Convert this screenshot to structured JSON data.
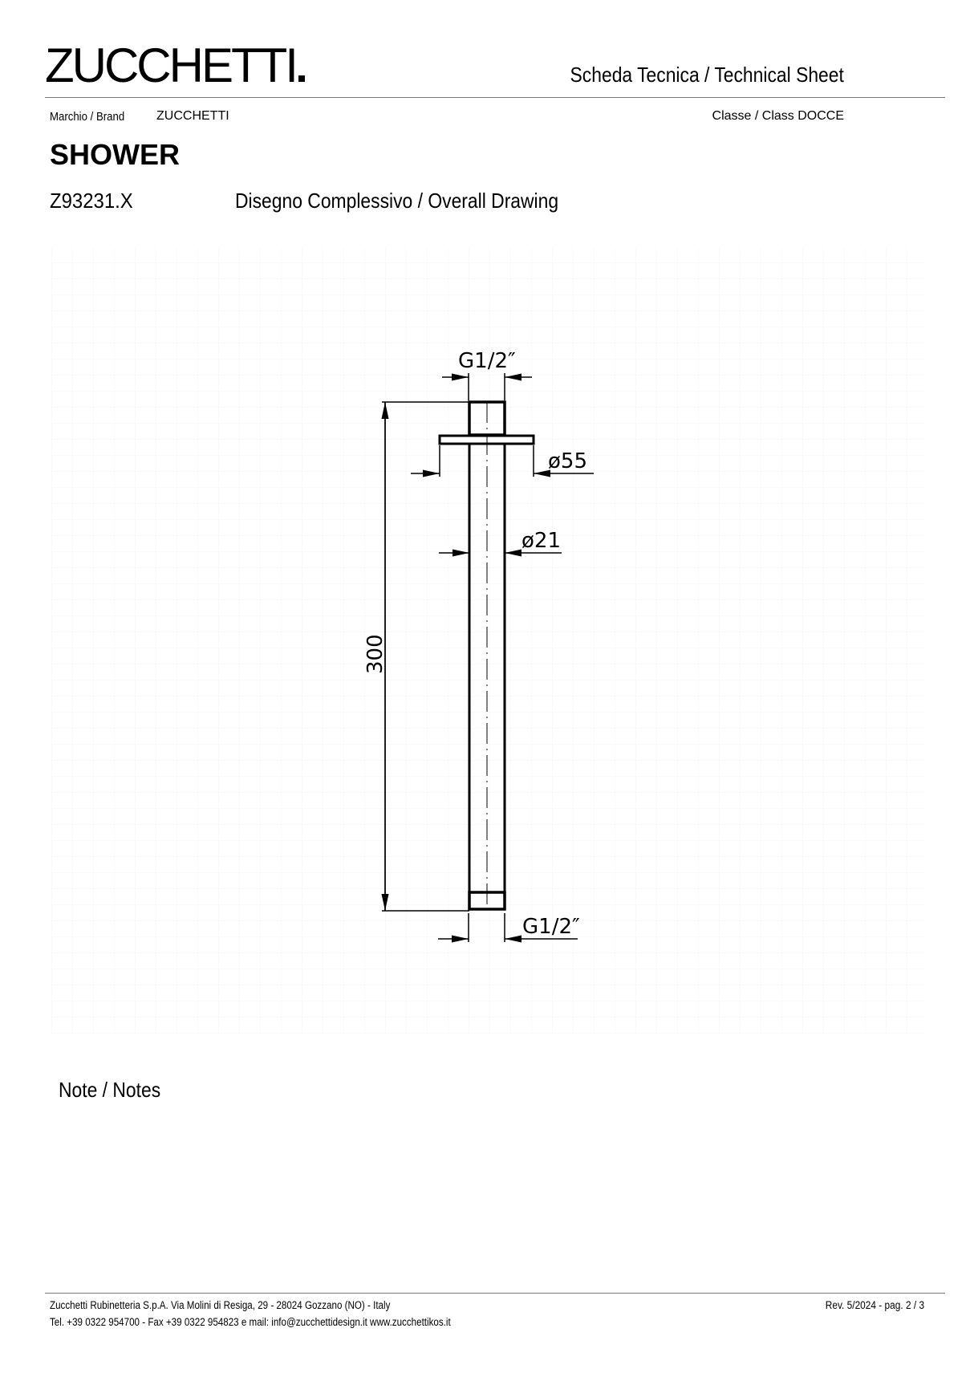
{
  "header": {
    "logo": "ZUCCHETTI",
    "sheet_title": "Scheda Tecnica / Technical Sheet",
    "brand_label": "Marchio / Brand",
    "brand_value": "ZUCCHETTI",
    "class_label": "Classe / Class  DOCCE"
  },
  "product": {
    "title": "SHOWER",
    "code": "Z93231.X",
    "drawing_label": "Disegno Complessivo / Overall Drawing"
  },
  "drawing": {
    "dim_thread_top": "G1/2″",
    "dim_flange": "ø55",
    "dim_pipe": "ø21",
    "dim_length": "300",
    "dim_thread_bottom": "G1/2″"
  },
  "notes": {
    "label": "Note / Notes"
  },
  "footer": {
    "company": "Zucchetti Rubinetteria S.p.A. Via Molini di Resiga, 29 - 28024 Gozzano (NO) - Italy",
    "contacts": "Tel. +39 0322 954700 - Fax +39 0322 954823 e mail: info@zucchettidesign.it www.zucchettikos.it",
    "revision": "Rev. 5/2024 - pag. 2 / 3"
  }
}
